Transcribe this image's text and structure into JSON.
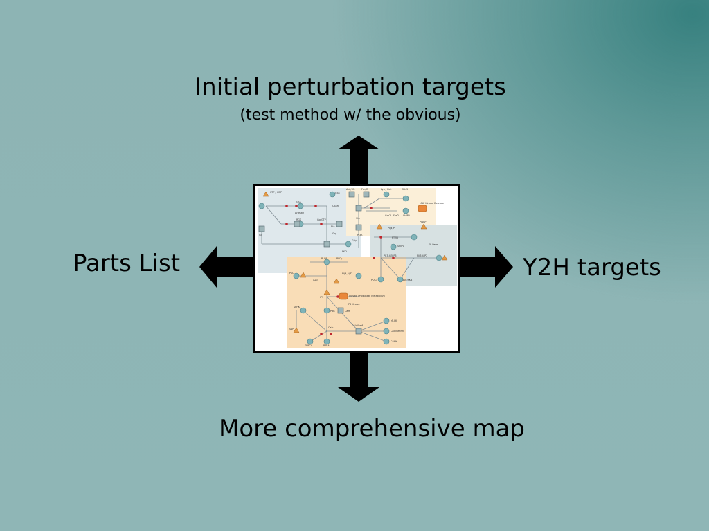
{
  "slide": {
    "top_title": "Initial perturbation targets",
    "top_subtitle": "(test method w/ the obvious)",
    "left_label": "Parts List",
    "right_label": "Y2H targets",
    "bottom_label": "More comprehensive map"
  },
  "pathway_figure": {
    "node_labels": {
      "utp_udp": "UTP / UDP",
      "c5a": "C5a",
      "c5ar": "C5aR",
      "gsk": "GSK",
      "arrestin": "Arrestin",
      "rgs": "RGS",
      "gsgtp": "Gα-GTP",
      "bact": "Btk",
      "abl": "Abl / lfc",
      "fc": "Fc-γR",
      "lyn": "Lyn / Hck",
      "cd45": "CD45",
      "sha": "Shc",
      "grb": "Grb2 - Sos2",
      "ship2": "SHIP2",
      "map": "MAP Kinase Cascade",
      "pi4p": "PI(4)P",
      "pi4kp": "PI4KP",
      "pten": "PTEN",
      "ship1": "SHIP1",
      "s_phase": "5'-Pase",
      "pi345": "PI(3,4,5)P3",
      "pi34p2": "PI(3,4)P2",
      "pi3k": "PI3K",
      "pdk1": "PDK1",
      "akt": "Akt/PKB",
      "plcb": "PLCβ",
      "plcg": "PLCγ",
      "pkc": "PKC",
      "dag": "DAG",
      "pip2": "PI(4,5)P2",
      "ip3": "IP3",
      "inositol": "Inositol Phosphate Metabolism",
      "ip3_kinase": "IP3 Kinase",
      "sphk": "SPHK",
      "ip3r": "IP3R",
      "s1p": "S1P",
      "cam": "CaM",
      "ca": "Ca²⁺",
      "ca_cam": "Ca²⁺/CaM",
      "mlck": "MLCK",
      "calcineurin": "Calcineurin",
      "camk": "CaMK",
      "serca": "SERCA",
      "pmca": "PMCA",
      "gi": "Gi",
      "gq": "Gq",
      "gβγ": "Gβγ",
      "pkd": "PKD"
    }
  }
}
